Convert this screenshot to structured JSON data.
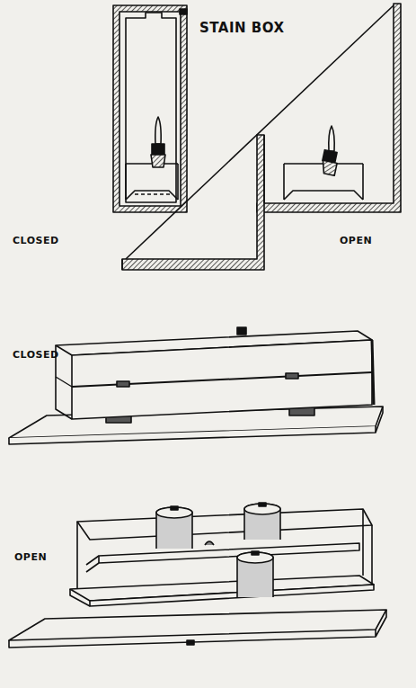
{
  "diagram": {
    "title": "STAIN BOX",
    "labels": [
      "CLOSED",
      "OPEN",
      "CLOSED",
      "OPEN"
    ]
  }
}
